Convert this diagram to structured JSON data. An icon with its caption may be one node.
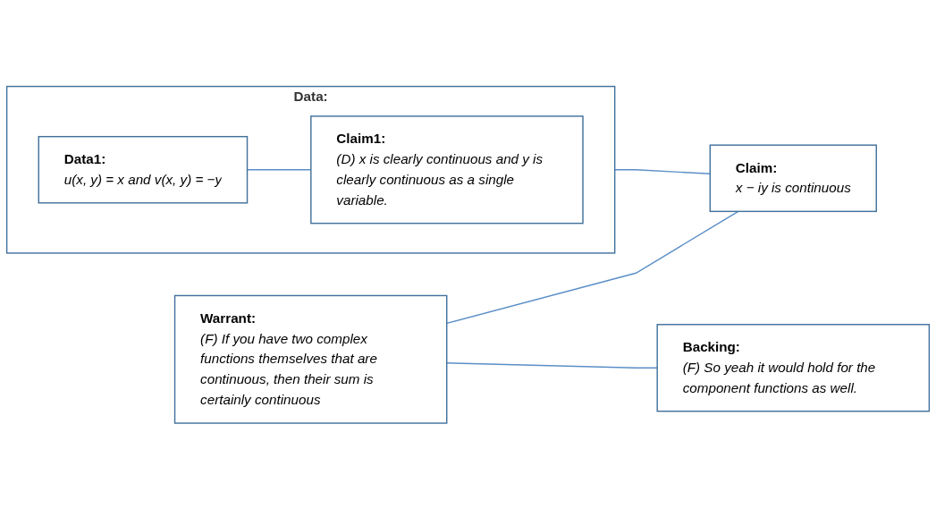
{
  "diagram": {
    "nodes": [
      {
        "text": [
          "Data:"
        ]
      },
      {
        "text": [
          "Data1:",
          "u(x, y) = x and v(x, y) = −y"
        ],
        "in": 0
      },
      {
        "text": [
          "Claim1:",
          "(D) x is clearly continuous and y is clearly continuous as a single variable."
        ],
        "in": 0
      },
      {
        "text": [
          "Claim:",
          "x − iy is continuous"
        ]
      },
      {
        "text": [
          "Warrant:",
          "(F) If you have two complex functions themselves that are continuous, then their sum is certainly continuous"
        ]
      },
      {
        "text": [
          "Backing:",
          "(F) So yeah it would hold for the component functions as well."
        ]
      }
    ],
    "edges": [
      {
        "from": 1,
        "to": 2,
        "arrow": "none"
      },
      {
        "from": 0,
        "to": 3,
        "arrow": "none"
      },
      {
        "from": 4,
        "to": 3,
        "arrow": "none"
      },
      {
        "from": 4,
        "to": 5,
        "arrow": "none"
      }
    ]
  }
}
